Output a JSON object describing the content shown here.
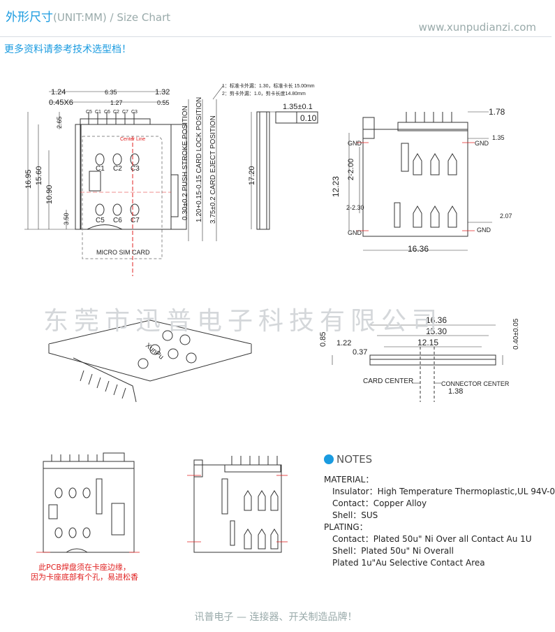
{
  "header": {
    "title": "外形尺寸",
    "title_suffix": "(UNIT:MM) / Size Chart",
    "website": "www.xunpudianzi.com",
    "reference": "更多资料请参考技术选型档！"
  },
  "watermark": "东莞市迅普电子科技有限公司",
  "front_view": {
    "dims": [
      "1.24",
      "6.35",
      "1.32",
      "0.45X6",
      "1.27",
      "0.55",
      "2.65",
      "16.95",
      "15.60",
      "10.90",
      "3.50"
    ],
    "pins_top": [
      "C5",
      "C1",
      "C6",
      "C2",
      "C7",
      "C3"
    ],
    "contacts": [
      "C1",
      "C2",
      "C3",
      "C5",
      "C6",
      "C7"
    ],
    "center_line": "Center Line",
    "card_label": "MICRO SIM CARD",
    "positions": [
      "0.30±0.2 PUSH STROKE POSITION",
      "1.20+0.15-0.15 CARD LOCK POSITION",
      "3.75±0.2 CARD EJECT POSITION"
    ],
    "notes": [
      "1：标准卡外漏：1.30，标准卡长  15.00mm",
      "2：剪卡外漏：1.0，剪卡长度14.80mm"
    ]
  },
  "side_view": {
    "dims": [
      "1.35±0.1",
      "0.10",
      "17.20"
    ]
  },
  "bottom_view": {
    "dims": [
      "1.78",
      "1.35",
      "12.23",
      "2-2.00",
      "2-2.30",
      "2.07",
      "16.36"
    ],
    "gnd": [
      "GND",
      "GND",
      "GND",
      "GND"
    ]
  },
  "iso_view": {
    "brand": "XunPu"
  },
  "section_view": {
    "dims": [
      "16.36",
      "15.30",
      "12.15",
      "1.22",
      "0.37",
      "0.85",
      "0.40±0.05",
      "1.38"
    ],
    "card_center": "CARD CENTER",
    "connector_center": "CONNECTOR CENTER"
  },
  "pcb_note": [
    "此PCB焊盘须在卡座边缘，",
    "因为卡座底部有个孔，易进松香"
  ],
  "notes": {
    "title": "NOTES",
    "lines": [
      {
        "text": "MATERIAL：",
        "indent": false
      },
      {
        "text": "Insulator：High Temperature Thermoplastic,UL 94V-0",
        "indent": true
      },
      {
        "text": "Contact：Copper Alloy",
        "indent": true
      },
      {
        "text": "Shell：SUS",
        "indent": true
      },
      {
        "text": "PLATING：",
        "indent": false
      },
      {
        "text": "Contact：Plated 50u\" Ni Over all Contact Au 1U",
        "indent": true
      },
      {
        "text": "Shell：Plated 50u\" Ni Overall",
        "indent": true
      },
      {
        "text": "Plated 1u\"Au Selective Contact Area",
        "indent": true
      }
    ]
  },
  "footer": "讯普电子 — 连接器、开关制造品牌！"
}
